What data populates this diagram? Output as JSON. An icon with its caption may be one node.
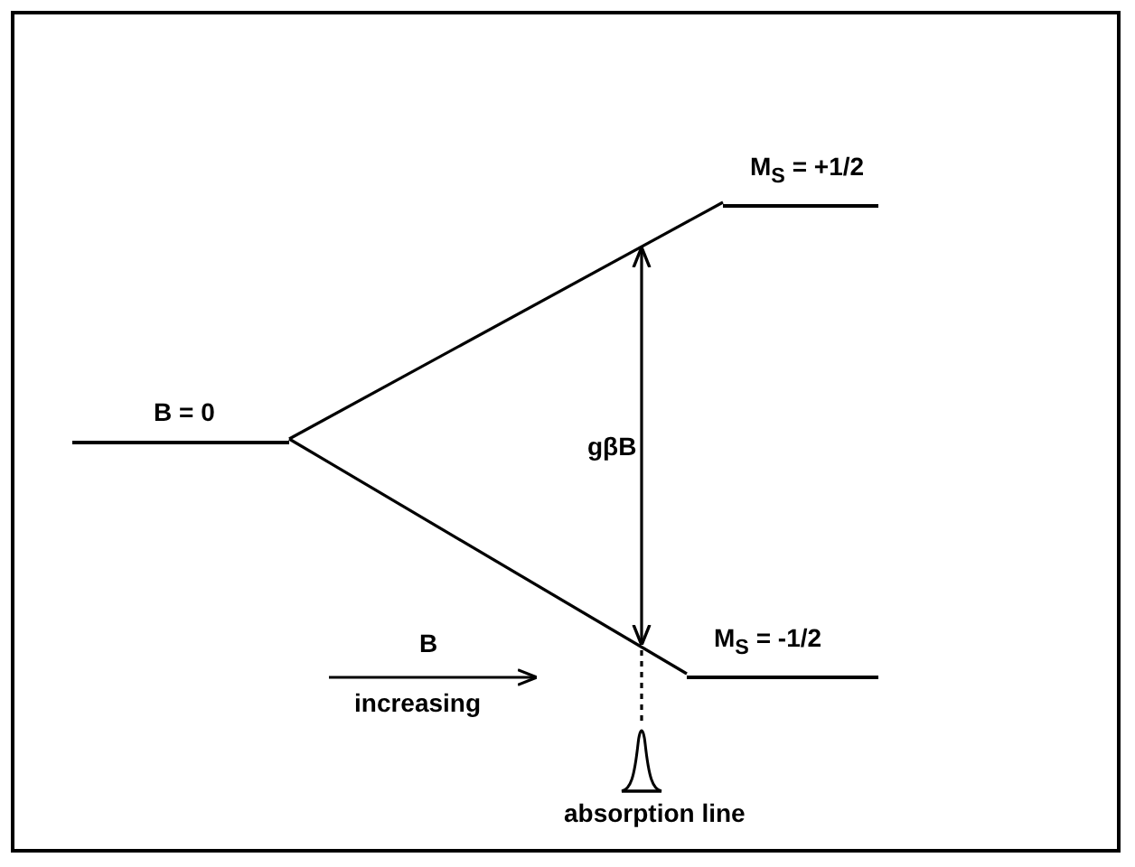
{
  "diagram": {
    "nodes": [
      {
        "text": [
          "B = 0"
        ]
      },
      {
        "text": [
          "M$_{S}$ = +1/2"
        ]
      },
      {
        "text": [
          "M$_{S}$ = -1/2"
        ]
      },
      {
        "text": [
          "absorption line"
        ]
      }
    ],
    "edges": [
      {
        "from": 0,
        "to": 1,
        "arrow": "none"
      },
      {
        "from": 0,
        "to": 2,
        "arrow": "none"
      },
      {
        "from": 2,
        "to": 1,
        "arrow": "both",
        "label": "gβB"
      },
      {
        "from": 2,
        "to": 3,
        "arrow": "none",
        "style": "dashed"
      }
    ],
    "labels": [
      "B",
      "increasing"
    ]
  }
}
